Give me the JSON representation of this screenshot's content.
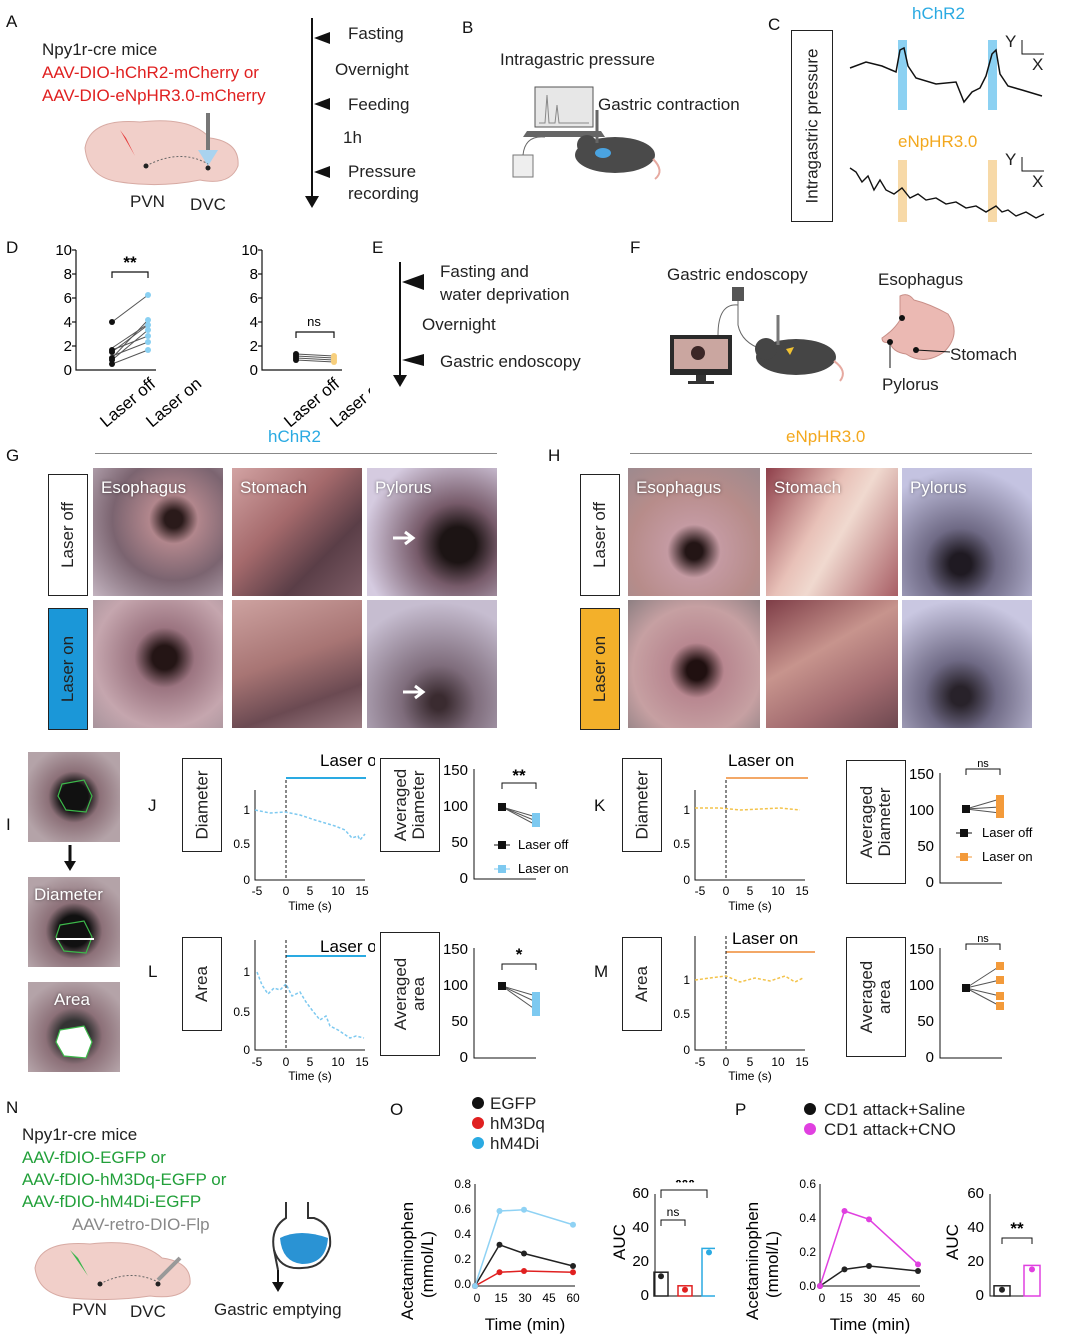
{
  "panels": {
    "A": "A",
    "B": "B",
    "C": "C",
    "D": "D",
    "E": "E",
    "F": "F",
    "G": "G",
    "H": "H",
    "I": "I",
    "J": "J",
    "K": "K",
    "L": "L",
    "M": "M",
    "N": "N",
    "O": "O",
    "P": "P"
  },
  "panelA": {
    "mouse": "Npy1r-cre mice",
    "virus1": "AAV-DIO-hChR2-mCherry or",
    "virus2": "AAV-DIO-eNpHR3.0-mCherry",
    "pvn": "PVN",
    "dvc": "DVC",
    "timeline": [
      "Fasting",
      "Overnight",
      "Feeding",
      "1h",
      "Pressure",
      "recording"
    ]
  },
  "panelB": {
    "title": "Intragastric pressure",
    "label": "Gastric contraction"
  },
  "panelC": {
    "ylabel": "Intragastric pressure",
    "hchr2": "hChR2",
    "enphr": "eNpHR3.0",
    "y": "Y",
    "x": "X"
  },
  "panelD": {
    "yticks": [
      "10",
      "8",
      "6",
      "4",
      "2",
      "0"
    ],
    "xlabels": [
      "Laser off",
      "Laser on"
    ],
    "sig_left": "**",
    "sig_right": "ns"
  },
  "panelE": {
    "steps": [
      "Fasting and",
      "water deprivation",
      "Overnight",
      "Gastric endoscopy"
    ]
  },
  "panelF": {
    "title": "Gastric endoscopy",
    "esophagus": "Esophagus",
    "stomach": "Stomach",
    "pylorus": "Pylorus"
  },
  "panelG": {
    "header": "hChR2",
    "cols": [
      "Esophagus",
      "Stomach",
      "Pylorus"
    ],
    "rows": [
      "Laser off",
      "Laser on"
    ]
  },
  "panelH": {
    "header": "eNpHR3.0",
    "cols": [
      "Esophagus",
      "Stomach",
      "Pylorus"
    ],
    "rows": [
      "Laser off",
      "Laser on"
    ]
  },
  "panelI": {
    "diameter": "Diameter",
    "area": "Area"
  },
  "panelJ": {
    "box": "Diameter",
    "laser": "Laser on",
    "xlabel": "Time (s)",
    "xticks": [
      "-5",
      "0",
      "5",
      "10",
      "15"
    ],
    "yticks": [
      "1",
      "0.5",
      "0"
    ],
    "avg_box1": "Averaged",
    "avg_box2": "Diameter",
    "avg_yticks": [
      "150",
      "100",
      "50",
      "0"
    ],
    "sig": "**",
    "legend_off": "Laser off",
    "legend_on": "Laser on"
  },
  "panelK": {
    "box": "Diameter",
    "laser": "Laser on",
    "xlabel": "Time (s)",
    "avg_box1": "Averaged",
    "avg_box2": "Diameter",
    "sig": "ns",
    "legend_off": "Laser off",
    "legend_on": "Laser on"
  },
  "panelL": {
    "box": "Area",
    "laser": "Laser on",
    "xlabel": "Time (s)",
    "avg_box1": "Averaged",
    "avg_box2": "area",
    "sig": "*"
  },
  "panelM": {
    "box": "Area",
    "laser": "Laser on",
    "xlabel": "Time (s)",
    "avg_box1": "Averaged",
    "avg_box2": "area",
    "sig": "ns"
  },
  "panelN": {
    "mouse": "Npy1r-cre mice",
    "v1": "AAV-fDIO-EGFP or",
    "v2": "AAV-fDIO-hM3Dq-EGFP or",
    "v3": "AAV-fDIO-hM4Di-EGFP",
    "v4": "AAV-retro-DIO-Flp",
    "pvn": "PVN",
    "dvc": "DVC",
    "emptying": "Gastric emptying"
  },
  "panelO": {
    "legend": [
      "EGFP",
      "hM3Dq",
      "hM4Di"
    ],
    "ylabel1": "Acetaminophen",
    "ylabel2": "(mmol/L)",
    "xlabel": "Time (min)",
    "yticks": [
      "0.8",
      "0.6",
      "0.4",
      "0.2",
      "0.0"
    ],
    "xticks": [
      "0",
      "15",
      "30",
      "45",
      "60"
    ],
    "auc": "AUC",
    "auc_yticks": [
      "60",
      "40",
      "20",
      "0"
    ],
    "sig_ns": "ns",
    "sig": "***"
  },
  "panelP": {
    "legend": [
      "CD1 attack+Saline",
      "CD1 attack+CNO"
    ],
    "ylabel1": "Acetaminophen",
    "ylabel2": "(mmol/L)",
    "xlabel": "Time (min)",
    "yticks": [
      "0.6",
      "0.4",
      "0.2",
      "0.0"
    ],
    "xticks": [
      "0",
      "15",
      "30",
      "45",
      "60"
    ],
    "auc": "AUC",
    "auc_yticks": [
      "60",
      "40",
      "20",
      "0"
    ],
    "sig": "**"
  },
  "colors": {
    "hchr2": "#2aaae2",
    "enphr": "#f3a81e",
    "laser_blue": "#1e9ad6",
    "laser_orange": "#f3b02a",
    "magenta": "#e040e0"
  },
  "chart_data": [
    {
      "type": "line",
      "panel": "O",
      "x": [
        0,
        15,
        30,
        60
      ],
      "series": [
        {
          "name": "EGFP",
          "values": [
            0.0,
            0.33,
            0.26,
            0.16
          ]
        },
        {
          "name": "hM3Dq",
          "values": [
            0.0,
            0.11,
            0.12,
            0.11
          ]
        },
        {
          "name": "hM4Di",
          "values": [
            0.0,
            0.6,
            0.61,
            0.49
          ]
        }
      ],
      "xlabel": "Time (min)",
      "ylabel": "Acetaminophen (mmol/L)",
      "ylim": [
        0,
        0.8
      ]
    },
    {
      "type": "bar",
      "panel": "O-AUC",
      "categories": [
        "EGFP",
        "hM3Dq",
        "hM4Di"
      ],
      "values": [
        14,
        6,
        28
      ],
      "ylabel": "AUC",
      "ylim": [
        0,
        60
      ]
    },
    {
      "type": "line",
      "panel": "P",
      "x": [
        0,
        15,
        30,
        60
      ],
      "series": [
        {
          "name": "CD1 attack+Saline",
          "values": [
            0.0,
            0.1,
            0.12,
            0.09
          ]
        },
        {
          "name": "CD1 attack+CNO",
          "values": [
            0.0,
            0.45,
            0.4,
            0.13
          ]
        }
      ],
      "xlabel": "Time (min)",
      "ylabel": "Acetaminophen (mmol/L)",
      "ylim": [
        0,
        0.6
      ]
    },
    {
      "type": "bar",
      "panel": "P-AUC",
      "categories": [
        "CD1 attack+Saline",
        "CD1 attack+CNO"
      ],
      "values": [
        6,
        18
      ],
      "ylabel": "AUC",
      "ylim": [
        0,
        60
      ]
    }
  ]
}
